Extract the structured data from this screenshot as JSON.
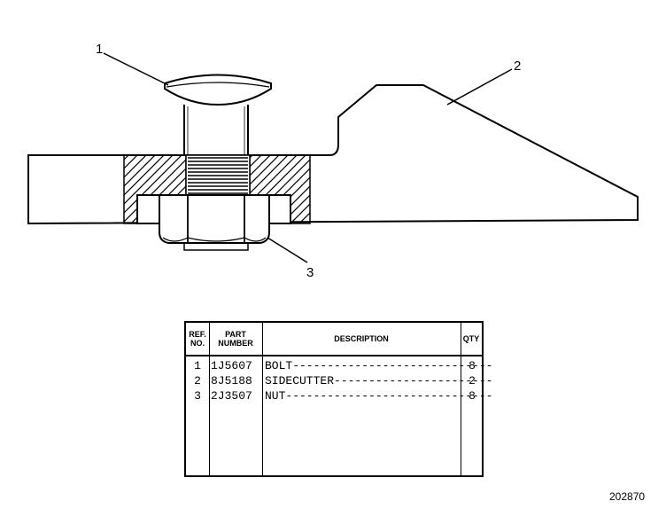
{
  "callouts": {
    "c1": "1",
    "c2": "2",
    "c3": "3"
  },
  "table": {
    "headers": {
      "ref_line1": "REF.",
      "ref_line2": "NO.",
      "part_line1": "PART",
      "part_line2": "NUMBER",
      "description": "DESCRIPTION",
      "qty": "QTY"
    },
    "rows": [
      {
        "ref": "1",
        "part": "1J5607",
        "description": "BOLT-----------------------------",
        "qty": "8"
      },
      {
        "ref": "2",
        "part": "8J5188",
        "description": "SIDECUTTER-----------------------",
        "qty": "2"
      },
      {
        "ref": "3",
        "part": "2J3507",
        "description": "NUT------------------------------",
        "qty": "8"
      }
    ]
  },
  "drawing_number": "202870"
}
